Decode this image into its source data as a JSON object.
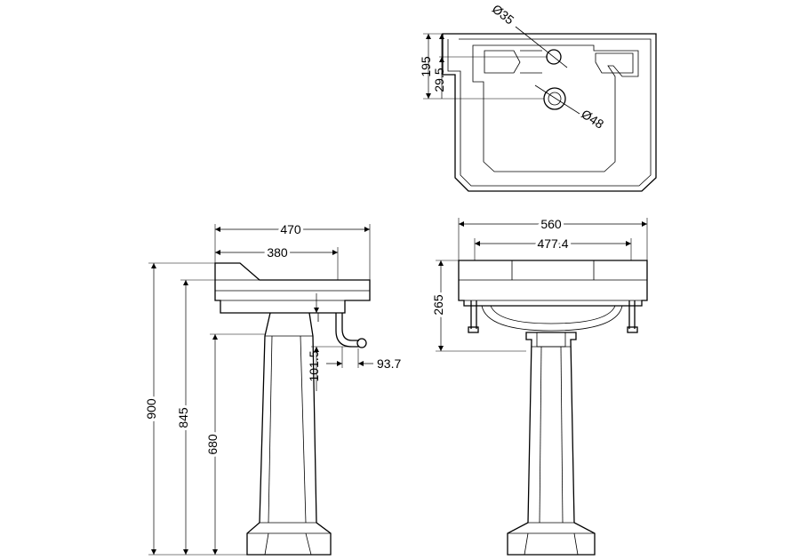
{
  "dimensions": {
    "top_view": {
      "tap_hole": "Ø35",
      "waste_hole": "Ø48",
      "depth_to_waste": "195",
      "depth_to_tap": "29.5"
    },
    "side_view": {
      "overall_depth": "470",
      "basin_depth": "380",
      "overall_height": "900",
      "rim_height": "845",
      "pedestal_height": "680",
      "trap_drop": "101.5",
      "trap_projection": "93.7"
    },
    "front_view": {
      "overall_width": "560",
      "inner_width": "477.4",
      "basin_height": "265"
    }
  }
}
